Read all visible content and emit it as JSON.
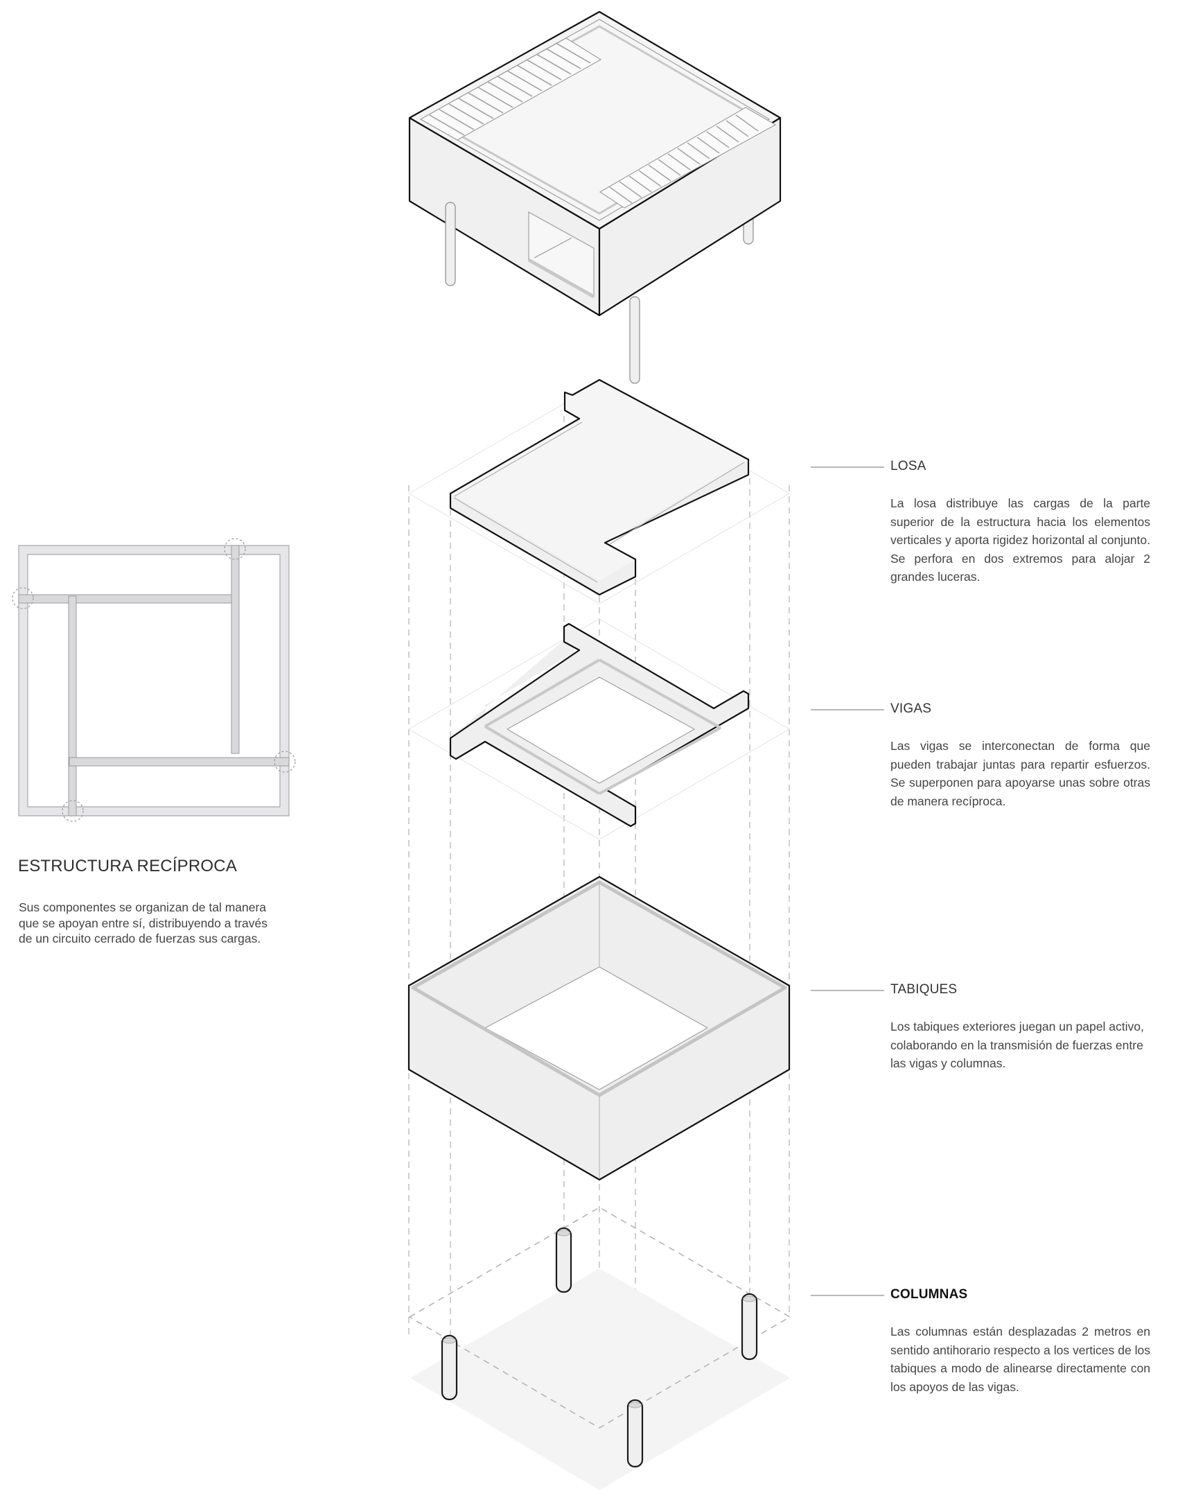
{
  "intro": {
    "title": "ESTRUCTURA RECÍPROCA",
    "body": "Sus componentes se organizan de tal manera que se apoyan entre sí, distribuyendo a través de un circuito cerrado de fuerzas sus cargas."
  },
  "components": [
    {
      "label": "LOSA",
      "body": "La losa distribuye las cargas de la parte superior de la estructura hacia los elementos verticales y aporta rigidez horizontal al conjunto. Se perfora en dos extremos para alojar 2 grandes luceras."
    },
    {
      "label": "VIGAS",
      "body": "Las vigas se interconectan de forma que pueden trabajar juntas para repartir esfuerzos. Se superponen para apoyarse unas sobre otras de manera recíproca."
    },
    {
      "label": "TABIQUES",
      "body": "Los tabiques exteriores juegan un papel activo, colaborando en la transmisión de fuerzas entre las vigas y columnas."
    },
    {
      "label": "COLUMNAS",
      "body": "Las columnas están desplazadas 2 metros en sentido antihorario respecto a los vertices de los tabiques a modo de alinearse directamente con los apoyos de  las vigas."
    }
  ],
  "colors": {
    "background": "#ffffff",
    "face_fill": "#eeeeef",
    "edge": "#111111",
    "thin_edge": "#9a9a9a",
    "guide": "#bdbdbd",
    "plan_wall": "#e4e4e6"
  }
}
